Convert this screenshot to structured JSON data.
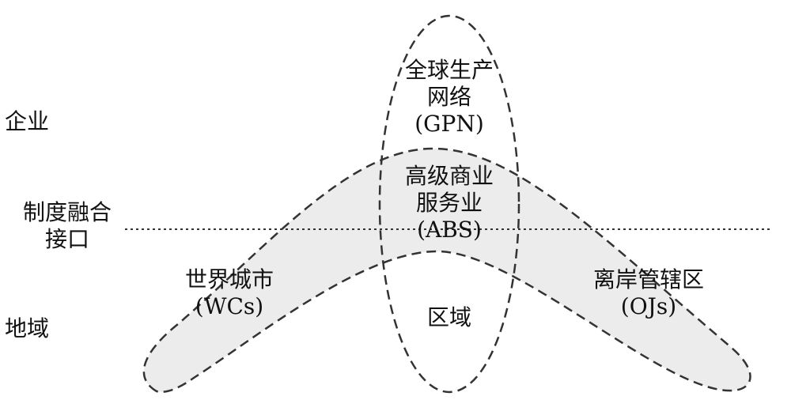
{
  "side_labels": {
    "enterprise": "企业",
    "institutional_interface_line1": "制度融合",
    "institutional_interface_line2": "接口",
    "territory": "地域"
  },
  "gpn": {
    "line1": "全球生产",
    "line2": "网络",
    "line3": "(GPN)"
  },
  "abs": {
    "line1": "高级商业",
    "line2": "服务业",
    "line3": "(ABS)"
  },
  "wcs": {
    "line1": "世界城市",
    "line2": "(WCs)"
  },
  "ojs": {
    "line1": "离岸管辖区",
    "line2": "(OJs)"
  },
  "region": {
    "label": "区域"
  },
  "colors": {
    "band_fill": "#ececec",
    "stroke": "#333333",
    "text": "#111111"
  }
}
